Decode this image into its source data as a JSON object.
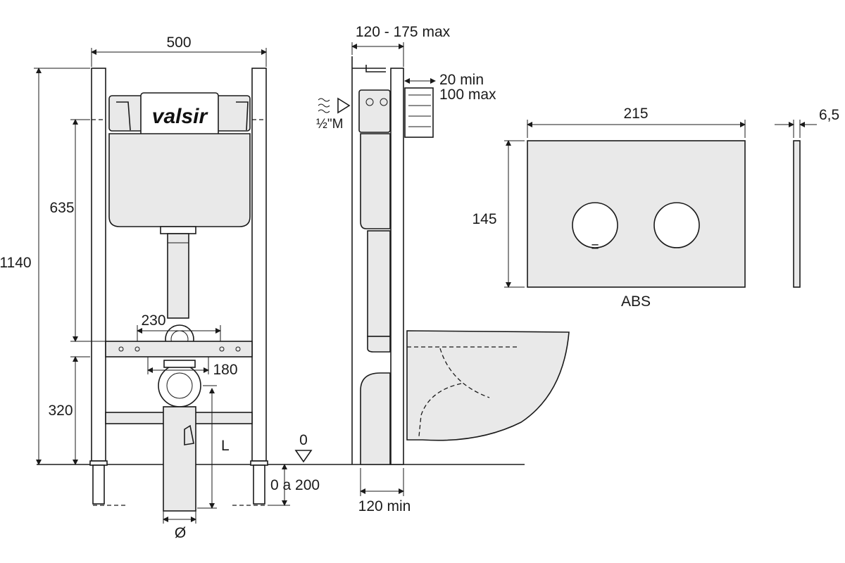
{
  "brand": "valsir",
  "front_view": {
    "width": "500",
    "total_height": "1140",
    "cistern_height": "635",
    "lower_height": "320",
    "inlet_spacing": "230",
    "outlet_spacing": "180",
    "outlet_length": "L",
    "diameter": "Ø",
    "floor_range": "0 a 200"
  },
  "side_view": {
    "depth": "120 - 175 max",
    "plate_min": "20 min",
    "plate_max": "100 max",
    "water_inlet": "½\"M",
    "floor_level": "0",
    "base_min": "120 min"
  },
  "flush_plate": {
    "width": "215",
    "height": "145",
    "thickness": "6,5",
    "material": "ABS",
    "button_left_symbol": "=",
    "button_right_symbol": "–"
  }
}
